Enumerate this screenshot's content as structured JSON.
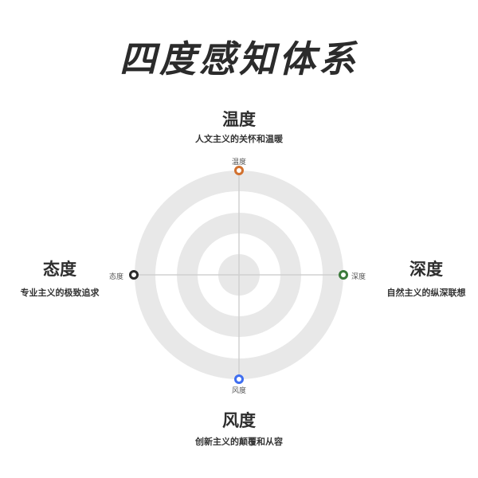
{
  "title": "四度感知体系",
  "dimensions": {
    "top": {
      "label": "温度",
      "description": "人文主义的关怀和温暖",
      "marker_label": "温度",
      "color": "#d2712f"
    },
    "right": {
      "label": "深度",
      "description": "自然主义的纵深联想",
      "marker_label": "深度",
      "color": "#3b7a3b"
    },
    "bottom": {
      "label": "风度",
      "description": "创新主义的颠覆和从容",
      "marker_label": "风度",
      "color": "#3f6ef0"
    },
    "left": {
      "label": "态度",
      "description": "专业主义的极致追求",
      "marker_label": "态度",
      "color": "#2a2a2a"
    }
  }
}
